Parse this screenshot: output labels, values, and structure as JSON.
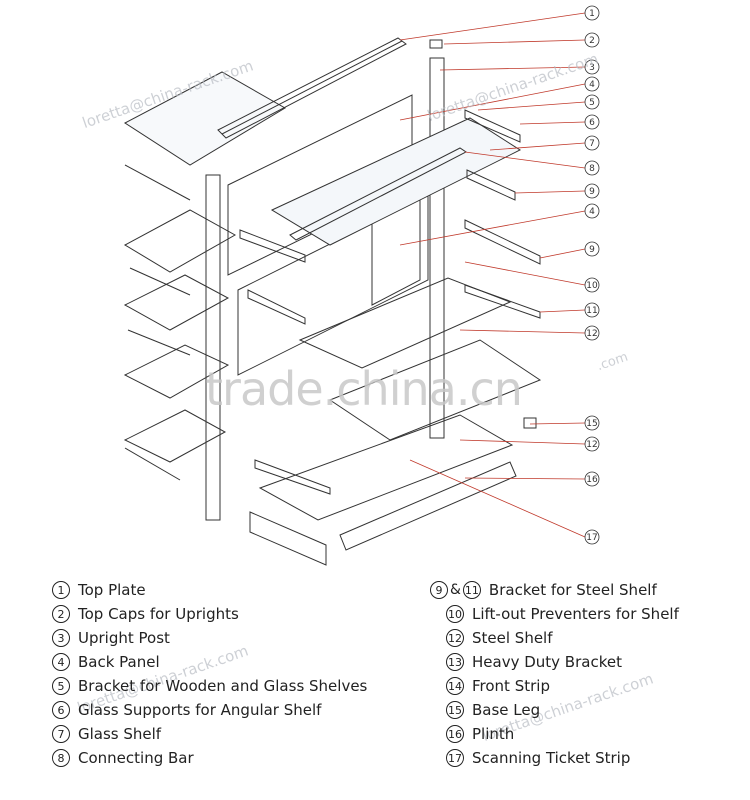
{
  "callout_numbers": [
    "1",
    "2",
    "3",
    "4",
    "5",
    "6",
    "7",
    "8",
    "9",
    "4",
    "9",
    "10",
    "11",
    "12",
    "15",
    "12",
    "16",
    "17"
  ],
  "legend_left": [
    {
      "num": "1",
      "label": "Top Plate"
    },
    {
      "num": "2",
      "label": "Top Caps for Uprights"
    },
    {
      "num": "3",
      "label": "Upright Post"
    },
    {
      "num": "4",
      "label": "Back Panel"
    },
    {
      "num": "5",
      "label": "Bracket for Wooden and Glass Shelves"
    },
    {
      "num": "6",
      "label": "Glass Supports for Angular Shelf"
    },
    {
      "num": "7",
      "label": "Glass Shelf"
    },
    {
      "num": "8",
      "label": "Connecting Bar"
    }
  ],
  "legend_right": [
    {
      "num": "9",
      "amp": "&",
      "num2": "11",
      "label": "Bracket for Steel Shelf"
    },
    {
      "num": "10",
      "label": "Lift-out Preventers for Shelf"
    },
    {
      "num": "12",
      "label": "Steel Shelf"
    },
    {
      "num": "13",
      "label": "Heavy Duty Bracket"
    },
    {
      "num": "14",
      "label": "Front Strip"
    },
    {
      "num": "15",
      "label": "Base Leg"
    },
    {
      "num": "16",
      "label": "Plinth"
    },
    {
      "num": "17",
      "label": "Scanning Ticket Strip"
    }
  ],
  "watermarks": {
    "email": "loretta@china-rack.com",
    "site": "trade.china.cn"
  },
  "colors": {
    "leader": "#c0392b",
    "stroke": "#333333"
  }
}
